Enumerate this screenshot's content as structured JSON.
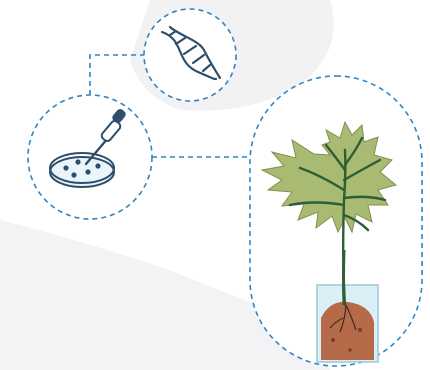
{
  "diagram": {
    "nodes": [
      {
        "id": "dna",
        "icon": "dna-helix-icon"
      },
      {
        "id": "culture",
        "icon": "petri-dish-with-dropper-icon"
      },
      {
        "id": "plant",
        "icon": "plantlet-in-beaker-icon"
      }
    ],
    "edges": [
      {
        "from": "dna",
        "to": "culture",
        "style": "dashed"
      },
      {
        "from": "culture",
        "to": "plant",
        "style": "dashed"
      }
    ]
  },
  "colors": {
    "outline": "#2f86c1",
    "stroke_dark": "#2d4f6b",
    "leaf": "#a9ba72",
    "leaf_vein": "#2f5e34",
    "soil": "#b56b49",
    "glass": "#dbeff7",
    "blob": "#f2f2f4"
  }
}
